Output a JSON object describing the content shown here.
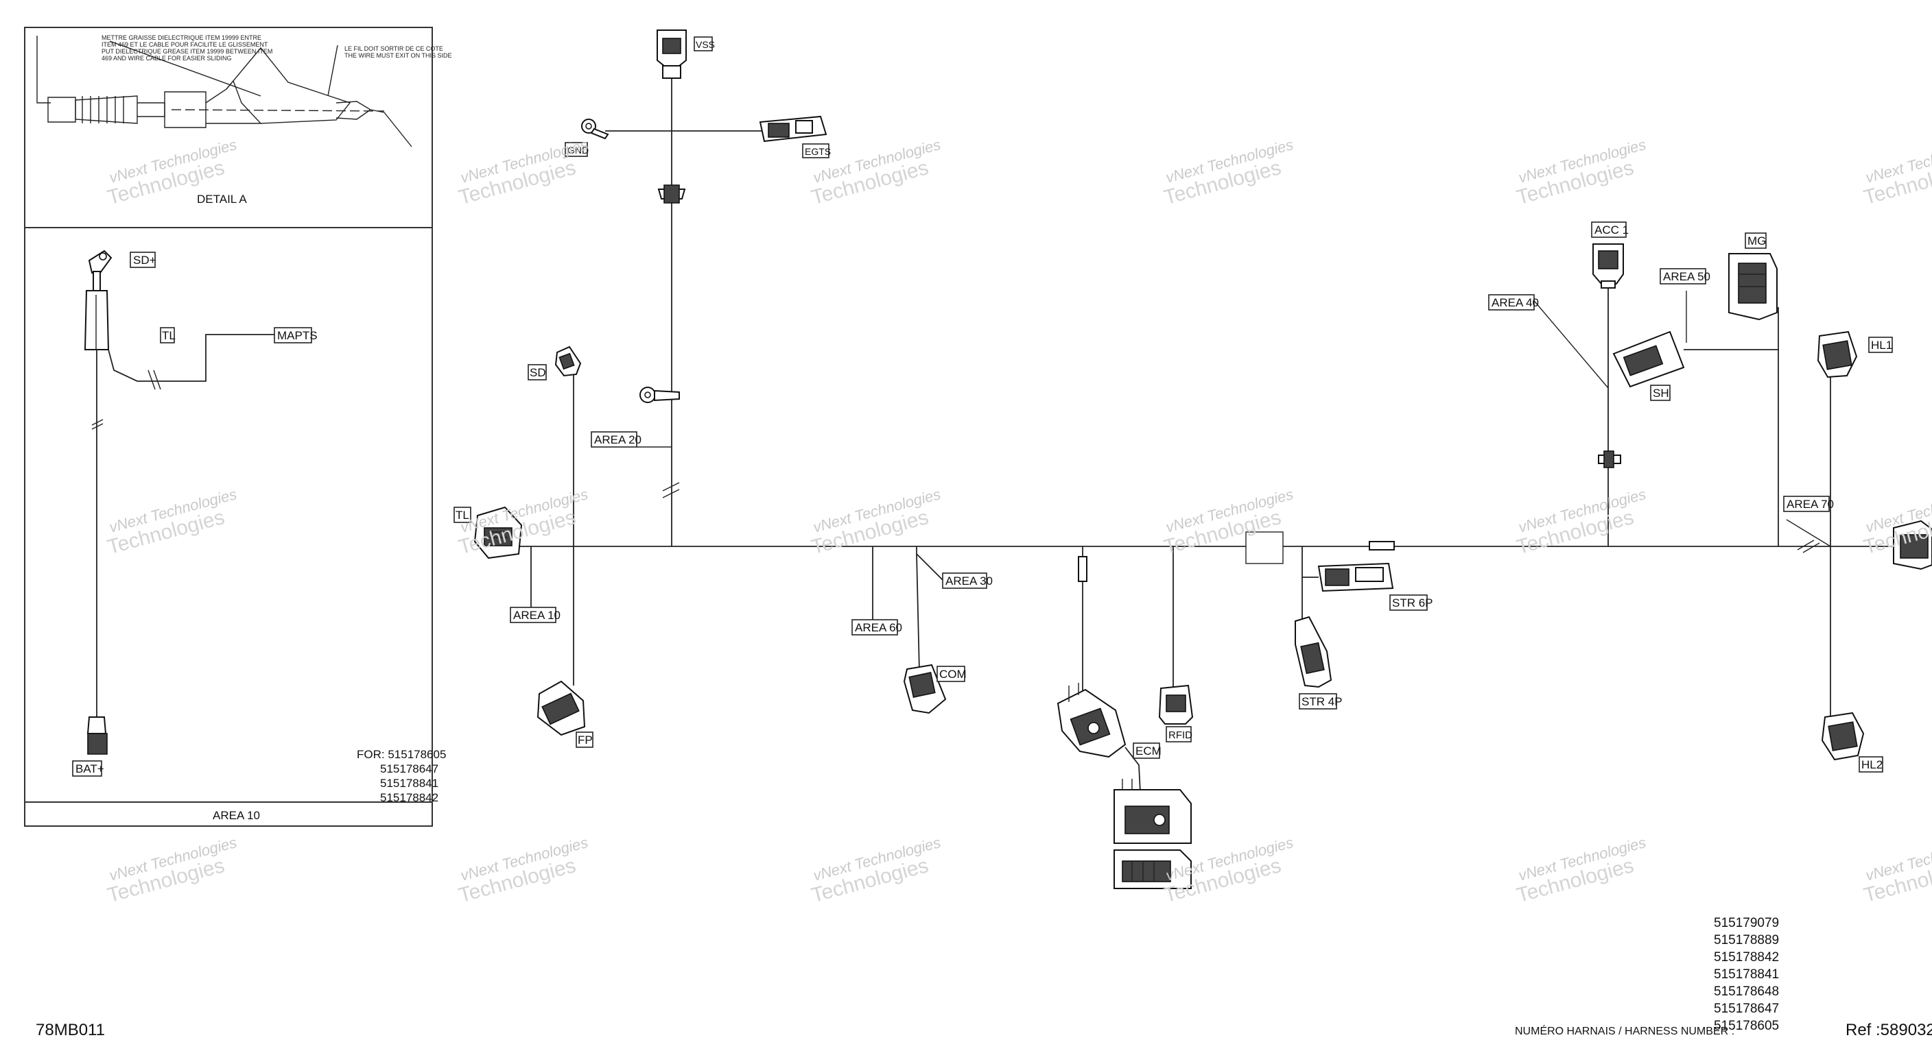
{
  "drawing": {
    "code": "78MB011",
    "reference": "Ref :589032",
    "harness_number_label": "NUMÉRO HARNAIS / HARNESS NUMBER :",
    "harness_numbers": [
      "515179079",
      "515178889",
      "515178842",
      "515178841",
      "515178648",
      "515178647",
      "515178605"
    ]
  },
  "detail_a": {
    "title": "DETAIL A",
    "note_left": [
      "METTRE GRAISSE DIELECTRIQUE ITEM 19999 ENTRE",
      "ITEM 469 ET LE CABLE POUR FACILITE LE GLISSEMENT",
      "PUT DIELECTRIQUE GREASE ITEM 19999 BETWEEN ITEM",
      "469 AND WIRE CABLE FOR EASIER SLIDING"
    ],
    "note_right": [
      "LE FIL DOIT SORTIR DE CE COTE",
      "THE WIRE MUST EXIT ON THIS SIDE"
    ]
  },
  "area10_panel": {
    "title": "AREA 10",
    "for_label": "FOR: 515178605",
    "for_numbers": [
      "515178647",
      "515178841",
      "515178842"
    ],
    "labels": {
      "sd_plus": "SD+",
      "tl": "TL",
      "mapts": "MAPTS",
      "bat_plus": "BAT+"
    }
  },
  "connectors": {
    "vss": "VSS",
    "gnd": "GND",
    "egts": "EGTS",
    "sd": "SD",
    "tl": "TL",
    "fp": "FP",
    "com": "COM",
    "ecm": "ECM",
    "rfid": "RFID",
    "str6p": "STR 6P",
    "str4p": "STR 4P",
    "acc1": "ACC 1",
    "mg": "MG",
    "sh": "SH",
    "hl1": "HL1",
    "hl2": "HL2"
  },
  "areas": {
    "area10": "AREA 10",
    "area20": "AREA 20",
    "area30": "AREA 30",
    "area40": "AREA 40",
    "area50": "AREA 50",
    "area60": "AREA 60",
    "area70": "AREA 70"
  },
  "watermark": {
    "line1": "vNext Technologies",
    "line2": "Technologies"
  }
}
